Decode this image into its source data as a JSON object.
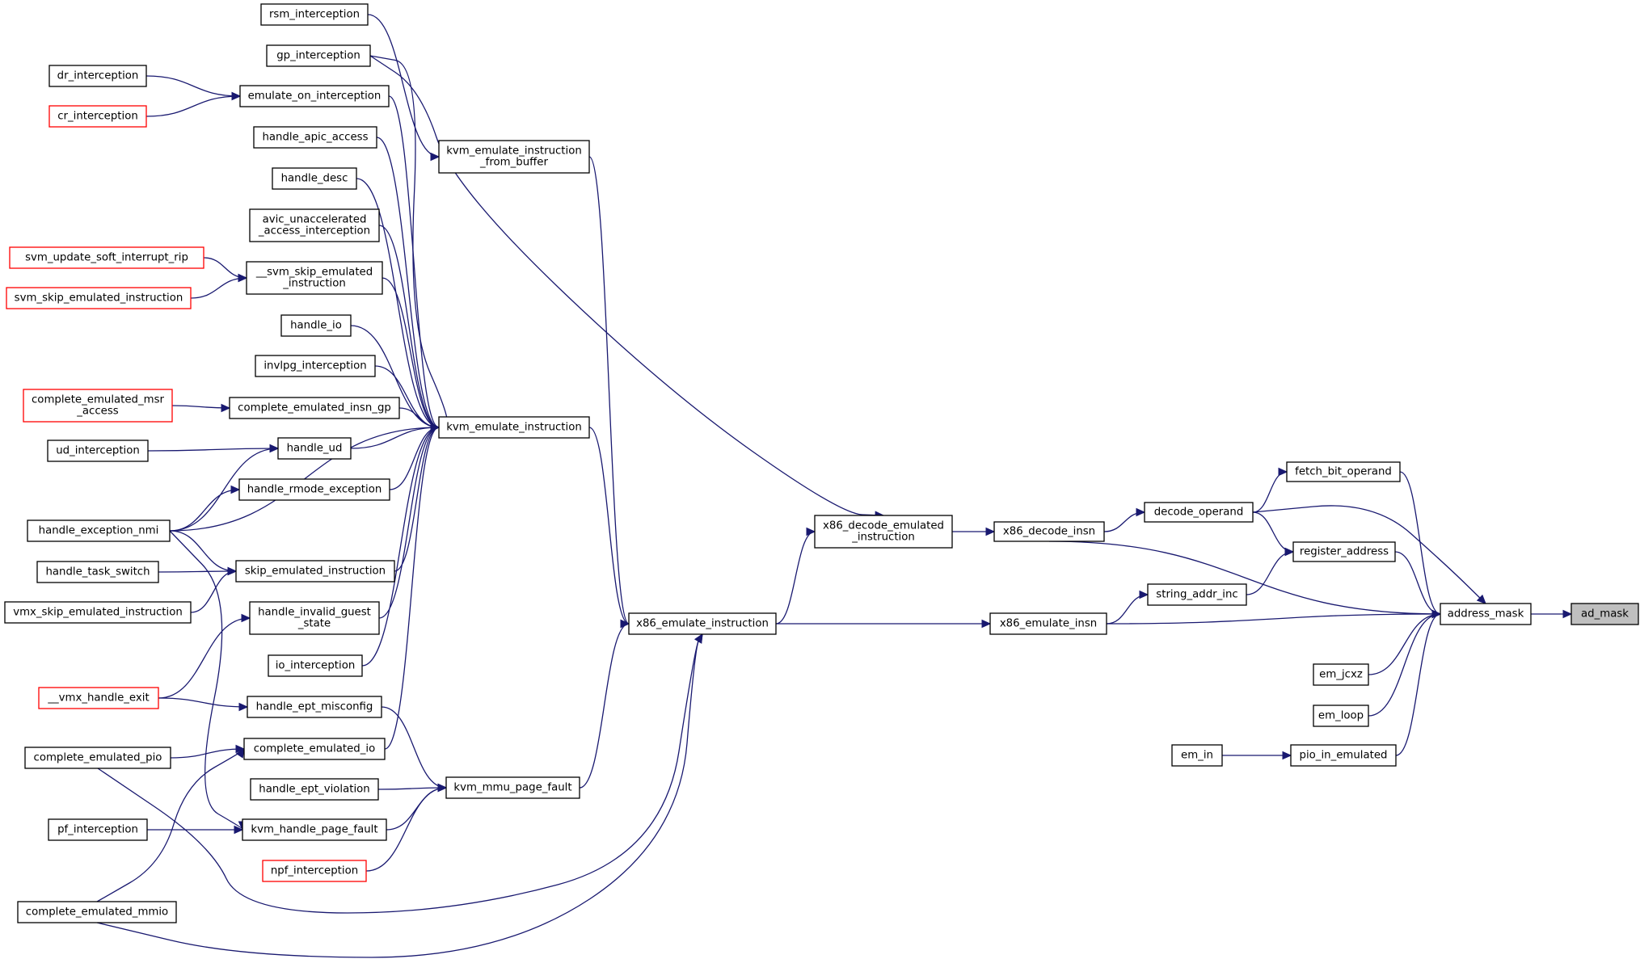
{
  "nodes": [
    {
      "id": "ad_mask",
      "lines": [
        "ad_mask"
      ],
      "style": "root"
    },
    {
      "id": "address_mask",
      "lines": [
        "address_mask"
      ],
      "style": "normal"
    },
    {
      "id": "fetch_bit_operand",
      "lines": [
        "fetch_bit_operand"
      ],
      "style": "normal"
    },
    {
      "id": "register_address",
      "lines": [
        "register_address"
      ],
      "style": "normal"
    },
    {
      "id": "em_jcxz",
      "lines": [
        "em_jcxz"
      ],
      "style": "normal"
    },
    {
      "id": "em_loop",
      "lines": [
        "em_loop"
      ],
      "style": "normal"
    },
    {
      "id": "pio_in_emulated",
      "lines": [
        "pio_in_emulated"
      ],
      "style": "normal"
    },
    {
      "id": "em_in",
      "lines": [
        "em_in"
      ],
      "style": "normal"
    },
    {
      "id": "decode_operand",
      "lines": [
        "decode_operand"
      ],
      "style": "normal"
    },
    {
      "id": "string_addr_inc",
      "lines": [
        "string_addr_inc"
      ],
      "style": "normal"
    },
    {
      "id": "x86_decode_insn",
      "lines": [
        "x86_decode_insn"
      ],
      "style": "normal"
    },
    {
      "id": "x86_emulate_insn",
      "lines": [
        "x86_emulate_insn"
      ],
      "style": "normal"
    },
    {
      "id": "x86_decode_emulated_instruction",
      "lines": [
        "x86_decode_emulated",
        "_instruction"
      ],
      "style": "normal"
    },
    {
      "id": "x86_emulate_instruction",
      "lines": [
        "x86_emulate_instruction"
      ],
      "style": "normal"
    },
    {
      "id": "kvm_emulate_instruction_from_buffer",
      "lines": [
        "kvm_emulate_instruction",
        "_from_buffer"
      ],
      "style": "normal"
    },
    {
      "id": "rsm_interception",
      "lines": [
        "rsm_interception"
      ],
      "style": "normal"
    },
    {
      "id": "kvm_emulate_instruction",
      "lines": [
        "kvm_emulate_instruction"
      ],
      "style": "normal"
    },
    {
      "id": "kvm_mmu_page_fault",
      "lines": [
        "kvm_mmu_page_fault"
      ],
      "style": "normal"
    },
    {
      "id": "gp_interception",
      "lines": [
        "gp_interception"
      ],
      "style": "normal"
    },
    {
      "id": "emulate_on_interception",
      "lines": [
        "emulate_on_interception"
      ],
      "style": "normal"
    },
    {
      "id": "dr_interception",
      "lines": [
        "dr_interception"
      ],
      "style": "normal"
    },
    {
      "id": "cr_interception",
      "lines": [
        "cr_interception"
      ],
      "style": "red"
    },
    {
      "id": "handle_apic_access",
      "lines": [
        "handle_apic_access"
      ],
      "style": "normal"
    },
    {
      "id": "handle_desc",
      "lines": [
        "handle_desc"
      ],
      "style": "normal"
    },
    {
      "id": "avic_unaccelerated_access_interception",
      "lines": [
        "avic_unaccelerated",
        "_access_interception"
      ],
      "style": "normal"
    },
    {
      "id": "__svm_skip_emulated_instruction",
      "lines": [
        "__svm_skip_emulated",
        "_instruction"
      ],
      "style": "normal"
    },
    {
      "id": "svm_update_soft_interrupt_rip",
      "lines": [
        "svm_update_soft_interrupt_rip"
      ],
      "style": "red"
    },
    {
      "id": "svm_skip_emulated_instruction",
      "lines": [
        "svm_skip_emulated_instruction"
      ],
      "style": "red"
    },
    {
      "id": "handle_io",
      "lines": [
        "handle_io"
      ],
      "style": "normal"
    },
    {
      "id": "invlpg_interception",
      "lines": [
        "invlpg_interception"
      ],
      "style": "normal"
    },
    {
      "id": "complete_emulated_insn_gp",
      "lines": [
        "complete_emulated_insn_gp"
      ],
      "style": "normal"
    },
    {
      "id": "complete_emulated_msr_access",
      "lines": [
        "complete_emulated_msr",
        "_access"
      ],
      "style": "red"
    },
    {
      "id": "handle_ud",
      "lines": [
        "handle_ud"
      ],
      "style": "normal"
    },
    {
      "id": "ud_interception",
      "lines": [
        "ud_interception"
      ],
      "style": "normal"
    },
    {
      "id": "handle_rmode_exception",
      "lines": [
        "handle_rmode_exception"
      ],
      "style": "normal"
    },
    {
      "id": "handle_exception_nmi",
      "lines": [
        "handle_exception_nmi"
      ],
      "style": "normal"
    },
    {
      "id": "skip_emulated_instruction",
      "lines": [
        "skip_emulated_instruction"
      ],
      "style": "normal"
    },
    {
      "id": "handle_task_switch",
      "lines": [
        "handle_task_switch"
      ],
      "style": "normal"
    },
    {
      "id": "vmx_skip_emulated_instruction",
      "lines": [
        "vmx_skip_emulated_instruction"
      ],
      "style": "normal"
    },
    {
      "id": "handle_invalid_guest_state",
      "lines": [
        "handle_invalid_guest",
        "_state"
      ],
      "style": "normal"
    },
    {
      "id": "io_interception",
      "lines": [
        "io_interception"
      ],
      "style": "normal"
    },
    {
      "id": "__vmx_handle_exit",
      "lines": [
        "__vmx_handle_exit"
      ],
      "style": "red"
    },
    {
      "id": "handle_ept_misconfig",
      "lines": [
        "handle_ept_misconfig"
      ],
      "style": "normal"
    },
    {
      "id": "complete_emulated_io",
      "lines": [
        "complete_emulated_io"
      ],
      "style": "normal"
    },
    {
      "id": "complete_emulated_pio",
      "lines": [
        "complete_emulated_pio"
      ],
      "style": "normal"
    },
    {
      "id": "handle_ept_violation",
      "lines": [
        "handle_ept_violation"
      ],
      "style": "normal"
    },
    {
      "id": "kvm_handle_page_fault",
      "lines": [
        "kvm_handle_page_fault"
      ],
      "style": "normal"
    },
    {
      "id": "pf_interception",
      "lines": [
        "pf_interception"
      ],
      "style": "normal"
    },
    {
      "id": "npf_interception",
      "lines": [
        "npf_interception"
      ],
      "style": "red"
    },
    {
      "id": "complete_emulated_mmio",
      "lines": [
        "complete_emulated_mmio"
      ],
      "style": "normal"
    }
  ],
  "edges": [
    [
      "address_mask",
      "ad_mask"
    ],
    [
      "fetch_bit_operand",
      "address_mask"
    ],
    [
      "decode_operand",
      "address_mask"
    ],
    [
      "register_address",
      "address_mask"
    ],
    [
      "x86_decode_insn",
      "address_mask"
    ],
    [
      "x86_emulate_insn",
      "address_mask"
    ],
    [
      "em_jcxz",
      "address_mask"
    ],
    [
      "em_loop",
      "address_mask"
    ],
    [
      "pio_in_emulated",
      "address_mask"
    ],
    [
      "em_in",
      "pio_in_emulated"
    ],
    [
      "decode_operand",
      "fetch_bit_operand"
    ],
    [
      "decode_operand",
      "register_address"
    ],
    [
      "string_addr_inc",
      "register_address"
    ],
    [
      "x86_decode_insn",
      "decode_operand"
    ],
    [
      "x86_emulate_insn",
      "string_addr_inc"
    ],
    [
      "x86_decode_emulated_instruction",
      "x86_decode_insn"
    ],
    [
      "x86_emulate_instruction",
      "x86_emulate_insn"
    ],
    [
      "x86_emulate_instruction",
      "x86_decode_emulated_instruction"
    ],
    [
      "gp_interception",
      "x86_decode_emulated_instruction"
    ],
    [
      "kvm_emulate_instruction_from_buffer",
      "x86_emulate_instruction"
    ],
    [
      "kvm_emulate_instruction",
      "x86_emulate_instruction"
    ],
    [
      "kvm_mmu_page_fault",
      "x86_emulate_instruction"
    ],
    [
      "complete_emulated_pio",
      "x86_emulate_instruction"
    ],
    [
      "complete_emulated_mmio",
      "x86_emulate_instruction"
    ],
    [
      "rsm_interception",
      "kvm_emulate_instruction_from_buffer"
    ],
    [
      "gp_interception",
      "kvm_emulate_instruction"
    ],
    [
      "emulate_on_interception",
      "kvm_emulate_instruction"
    ],
    [
      "handle_apic_access",
      "kvm_emulate_instruction"
    ],
    [
      "handle_desc",
      "kvm_emulate_instruction"
    ],
    [
      "avic_unaccelerated_access_interception",
      "kvm_emulate_instruction"
    ],
    [
      "__svm_skip_emulated_instruction",
      "kvm_emulate_instruction"
    ],
    [
      "handle_io",
      "kvm_emulate_instruction"
    ],
    [
      "invlpg_interception",
      "kvm_emulate_instruction"
    ],
    [
      "complete_emulated_insn_gp",
      "kvm_emulate_instruction"
    ],
    [
      "handle_ud",
      "kvm_emulate_instruction"
    ],
    [
      "handle_rmode_exception",
      "kvm_emulate_instruction"
    ],
    [
      "handle_exception_nmi",
      "kvm_emulate_instruction"
    ],
    [
      "skip_emulated_instruction",
      "kvm_emulate_instruction"
    ],
    [
      "handle_invalid_guest_state",
      "kvm_emulate_instruction"
    ],
    [
      "io_interception",
      "kvm_emulate_instruction"
    ],
    [
      "complete_emulated_io",
      "kvm_emulate_instruction"
    ],
    [
      "handle_ept_misconfig",
      "kvm_mmu_page_fault"
    ],
    [
      "handle_ept_violation",
      "kvm_mmu_page_fault"
    ],
    [
      "kvm_handle_page_fault",
      "kvm_mmu_page_fault"
    ],
    [
      "npf_interception",
      "kvm_mmu_page_fault"
    ],
    [
      "dr_interception",
      "emulate_on_interception"
    ],
    [
      "cr_interception",
      "emulate_on_interception"
    ],
    [
      "svm_update_soft_interrupt_rip",
      "__svm_skip_emulated_instruction"
    ],
    [
      "svm_skip_emulated_instruction",
      "__svm_skip_emulated_instruction"
    ],
    [
      "complete_emulated_msr_access",
      "complete_emulated_insn_gp"
    ],
    [
      "ud_interception",
      "handle_ud"
    ],
    [
      "handle_exception_nmi",
      "handle_ud"
    ],
    [
      "handle_exception_nmi",
      "handle_rmode_exception"
    ],
    [
      "handle_exception_nmi",
      "skip_emulated_instruction"
    ],
    [
      "handle_task_switch",
      "skip_emulated_instruction"
    ],
    [
      "vmx_skip_emulated_instruction",
      "skip_emulated_instruction"
    ],
    [
      "__vmx_handle_exit",
      "handle_invalid_guest_state"
    ],
    [
      "__vmx_handle_exit",
      "handle_ept_misconfig"
    ],
    [
      "complete_emulated_pio",
      "complete_emulated_io"
    ],
    [
      "complete_emulated_mmio",
      "complete_emulated_io"
    ],
    [
      "handle_exception_nmi",
      "kvm_handle_page_fault"
    ],
    [
      "pf_interception",
      "kvm_handle_page_fault"
    ]
  ]
}
